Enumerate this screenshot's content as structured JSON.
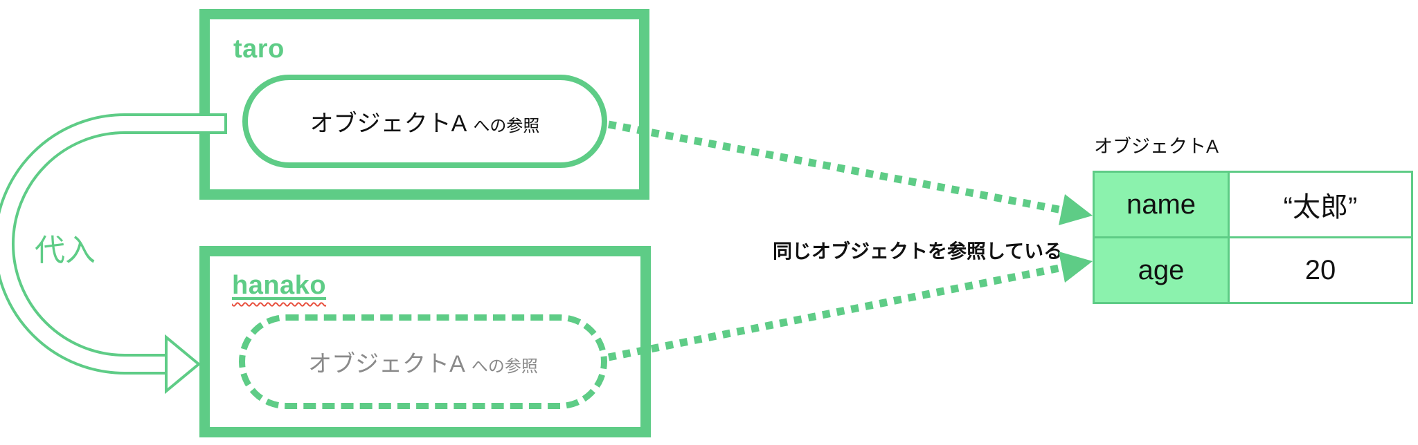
{
  "colors": {
    "accent_green": "#5ecc86",
    "cell_green": "#8bf2ad",
    "gray_text": "#8a8a8a",
    "squiggle_red": "#e8503e"
  },
  "taro_box": {
    "label": "taro",
    "reference": {
      "object": "オブジェクトA",
      "suffix": "への参照"
    }
  },
  "hanako_box": {
    "label": "hanako",
    "reference": {
      "object": "オブジェクトA",
      "suffix": "への参照"
    }
  },
  "assignment_arrow": {
    "label": "代入"
  },
  "annotation": {
    "text": "同じオブジェクトを参照している"
  },
  "object_table": {
    "title": "オブジェクトA",
    "rows": [
      {
        "key": "name",
        "value": "“太郎”"
      },
      {
        "key": "age",
        "value": "20"
      }
    ]
  }
}
